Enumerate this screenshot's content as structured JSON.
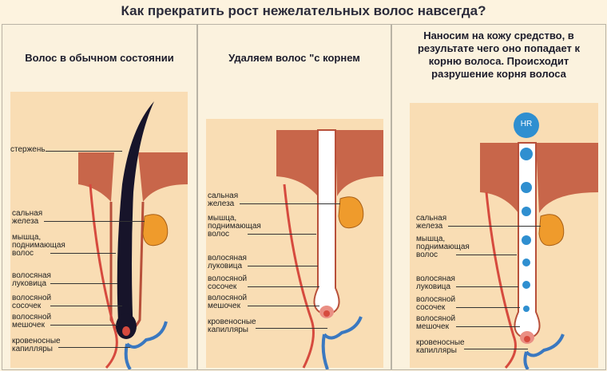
{
  "title": "Как прекратить рост нежелательных волос навсегда?",
  "panels": [
    {
      "header": "Волос в обычном состоянии",
      "labels": [
        [
          "стержень"
        ],
        [
          "сальная",
          "железа"
        ],
        [
          "мышца,",
          "поднимающая",
          "волос"
        ],
        [
          "волосяная",
          "луковица"
        ],
        [
          "волосяной",
          "сосочек"
        ],
        [
          "волосяной",
          "мешочек"
        ],
        [
          "кровеносные",
          "капилляры"
        ]
      ]
    },
    {
      "header": "Удаляем волос \"с корнем",
      "labels": [
        [
          "сальная",
          "железа"
        ],
        [
          "мышца,",
          "поднимающая",
          "волос"
        ],
        [
          "волосяная",
          "луковица"
        ],
        [
          "волосяной",
          "сосочек"
        ],
        [
          "волосяной",
          "мешочек"
        ],
        [
          "кровеносные",
          "капилляры"
        ]
      ]
    },
    {
      "header_lines": [
        "Наносим на кожу средство, в",
        "результате чего оно попадает к",
        "корню волоса. Происходит",
        "разрушение корня волоса"
      ],
      "drop_label": "HR",
      "labels": [
        [
          "сальная",
          "железа"
        ],
        [
          "мышца,",
          "поднимающая",
          "волос"
        ],
        [
          "волосяная",
          "луковица"
        ],
        [
          "волосяной",
          "сосочек"
        ],
        [
          "волосяной",
          "мешочек"
        ],
        [
          "кровеносные",
          "капилляры"
        ]
      ]
    }
  ],
  "colors": {
    "skin": "#f9ddb4",
    "epidermis": "#c8664a",
    "gland": "#ef9b2c",
    "hair": "#17142a",
    "vein": "#3a78c0",
    "artery": "#d64a3e",
    "drop": "#2f8fd0"
  }
}
